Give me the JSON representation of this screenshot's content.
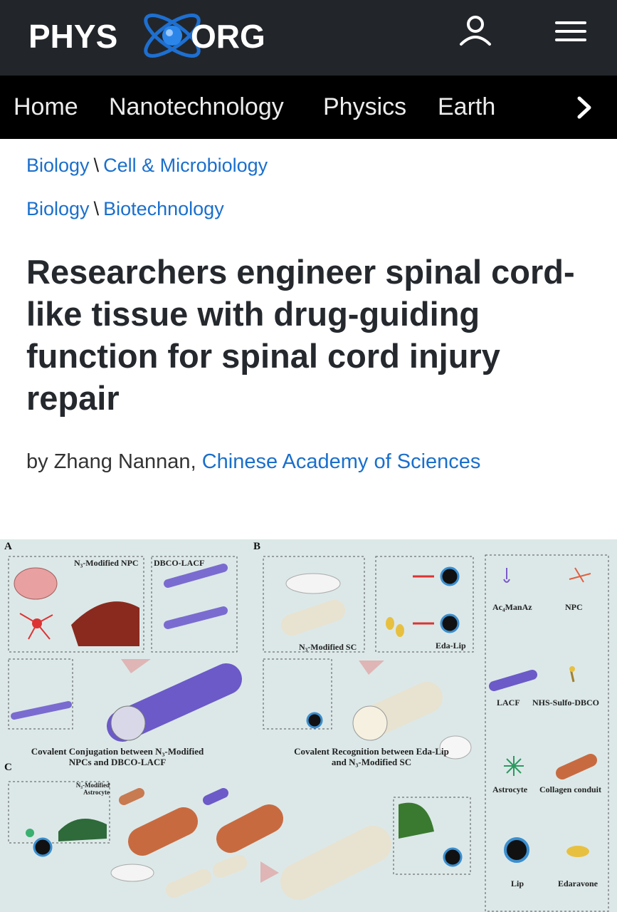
{
  "header": {
    "logo_left": "PHYS",
    "logo_right": "ORG",
    "user_icon": "user-icon",
    "menu_icon": "hamburger-menu-icon",
    "brand_color": "#22262b",
    "accent_color": "#1a6fcc"
  },
  "nav": {
    "items": [
      "Home",
      "Nanotechnology",
      "Physics",
      "Earth"
    ],
    "next_icon": "chevron-right-icon"
  },
  "breadcrumbs": [
    {
      "parent": "Biology",
      "sep": "\\",
      "child": "Cell & Microbiology"
    },
    {
      "parent": "Biology",
      "sep": "\\",
      "child": "Biotechnology"
    }
  ],
  "article": {
    "title": "Researchers engineer spinal cord-like tissue with drug-guiding function for spinal cord injury repair",
    "byline_prefix": "by Zhang Nannan",
    "byline_sep": ",",
    "organization": "Chinese Academy of Sciences"
  },
  "figure": {
    "panel_a": "A",
    "panel_b": "B",
    "panel_c": "C",
    "label_n3_npc": "N₃-Modified NPC",
    "label_dbco_lacf": "DBCO-LACF",
    "label_n3_sc": "N₃-Modified SC",
    "label_eda_lip": "Eda-Lip",
    "label_n3_astrocyte": "N₃-Modified Astrocyte",
    "caption_a": "Covalent Conjugation between N₃-Modified NPCs and DBCO-LACF",
    "caption_b": "Covalent Recognition between Eda-Lip and N₃-Modified SC",
    "legend": [
      "Ac₄ManAz",
      "NPC",
      "LACF",
      "NHS-Sulfo-DBCO",
      "Astrocyte",
      "Collagen conduit",
      "Lip",
      "Edaravone"
    ]
  }
}
